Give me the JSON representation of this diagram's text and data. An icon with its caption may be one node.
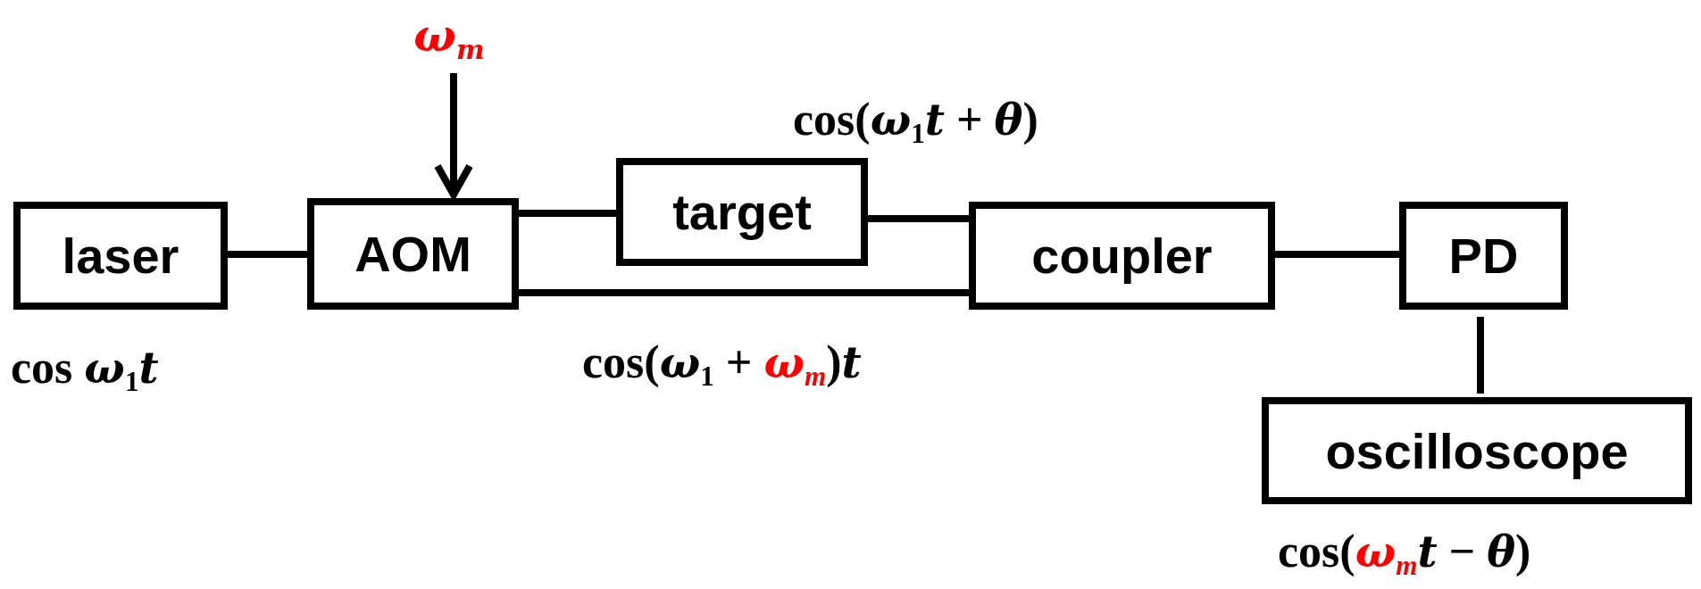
{
  "diagram": {
    "nodes": [
      {
        "text": [
          "ω$_{m}$"
        ]
      },
      {
        "text": [
          "laser"
        ]
      },
      {
        "text": [
          "AOM"
        ]
      },
      {
        "text": [
          "target"
        ]
      },
      {
        "text": [
          "coupler"
        ]
      },
      {
        "text": [
          "PD"
        ]
      },
      {
        "text": [
          "oscilloscope"
        ]
      }
    ],
    "edges": [
      {
        "from": 0,
        "to": 2,
        "arrow": "to"
      },
      {
        "from": 1,
        "to": 2,
        "arrow": "none"
      },
      {
        "from": 2,
        "to": 3,
        "arrow": "none"
      },
      {
        "from": 3,
        "to": 4,
        "arrow": "none"
      },
      {
        "from": 2,
        "to": 4,
        "arrow": "none"
      },
      {
        "from": 4,
        "to": 5,
        "arrow": "none"
      },
      {
        "from": 5,
        "to": 6,
        "arrow": "none"
      }
    ],
    "labels": [
      "cos(*ω*$_{1}$*t* + *θ*)",
      "cos *ω*$_{1}$*t*",
      "cos(*ω*$_{1}$ + **ω**$_{m}$)*t*",
      "cos(**ω**$_{m}$*t* − *θ*)"
    ]
  }
}
